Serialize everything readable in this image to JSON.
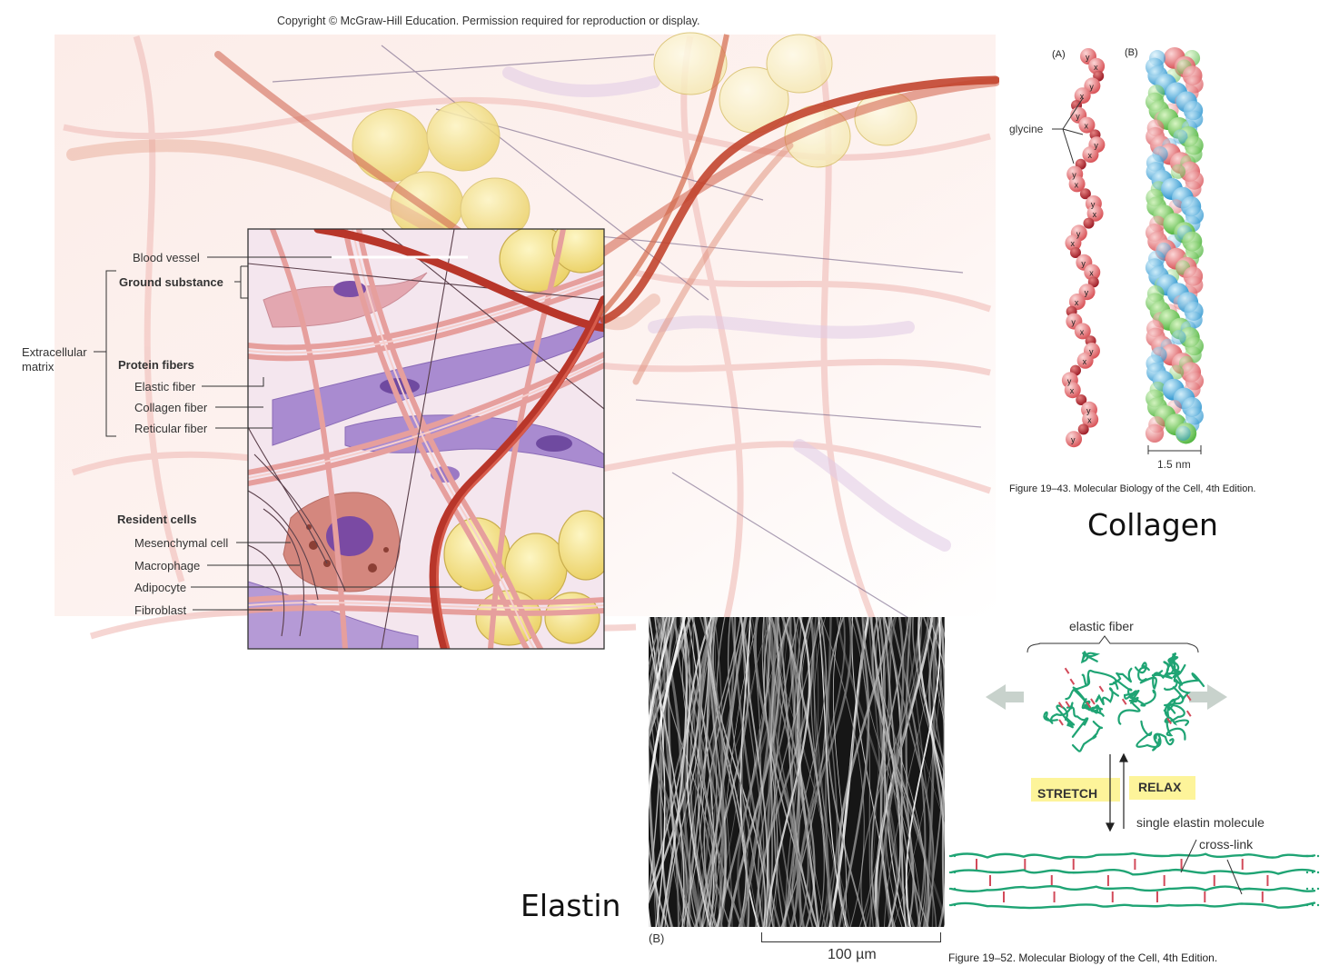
{
  "header": {
    "copyright": "Copyright © McGraw-Hill Education. Permission required for reproduction or display."
  },
  "ecm": {
    "blood_vessel": "Blood vessel",
    "ground_substance": "Ground substance",
    "extracellular_matrix": "Extracellular matrix",
    "protein_fibers": "Protein fibers",
    "elastic_fiber": "Elastic fiber",
    "collagen_fiber": "Collagen fiber",
    "reticular_fiber": "Reticular fiber",
    "resident_cells": "Resident cells",
    "mesenchymal_cell": "Mesenchymal cell",
    "macrophage": "Macrophage",
    "adipocyte": "Adipocyte",
    "fibroblast": "Fibroblast"
  },
  "collagen": {
    "panel_a": "(A)",
    "panel_b": "(B)",
    "glycine": "glycine",
    "x": "x",
    "y": "y",
    "scale": "1.5 nm",
    "caption": "Figure 19–43. Molecular Biology of the Cell, 4th Edition.",
    "title": "Collagen"
  },
  "elastin": {
    "title": "Elastin",
    "panel_b": "(B)",
    "scale": "100 µm",
    "elastic_fiber": "elastic fiber",
    "stretch": "STRETCH",
    "relax": "RELAX",
    "single_molecule": "single elastin molecule",
    "cross_link": "cross-link",
    "caption": "Figure 19–52. Molecular Biology of the Cell, 4th Edition."
  },
  "colors": {
    "blood_vessel": "#b8362a",
    "collagen_fiber": "#e99a98",
    "fibroblast": "#a58ac8",
    "adipocyte": "#f1dc7a",
    "elastin_green": "#1fa474",
    "highlight": "#fdf49a"
  }
}
